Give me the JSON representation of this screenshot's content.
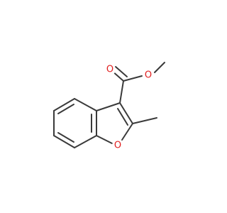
{
  "molecule": {
    "name": "",
    "atoms": [
      {
        "id": "O_carbonyl",
        "symbol": "O",
        "color": "#e01e1e"
      },
      {
        "id": "O_ester",
        "symbol": "O",
        "color": "#e01e1e"
      },
      {
        "id": "O_ring",
        "symbol": "O",
        "color": "#e01e1e"
      }
    ],
    "bond_color": "#3a3a3a"
  }
}
